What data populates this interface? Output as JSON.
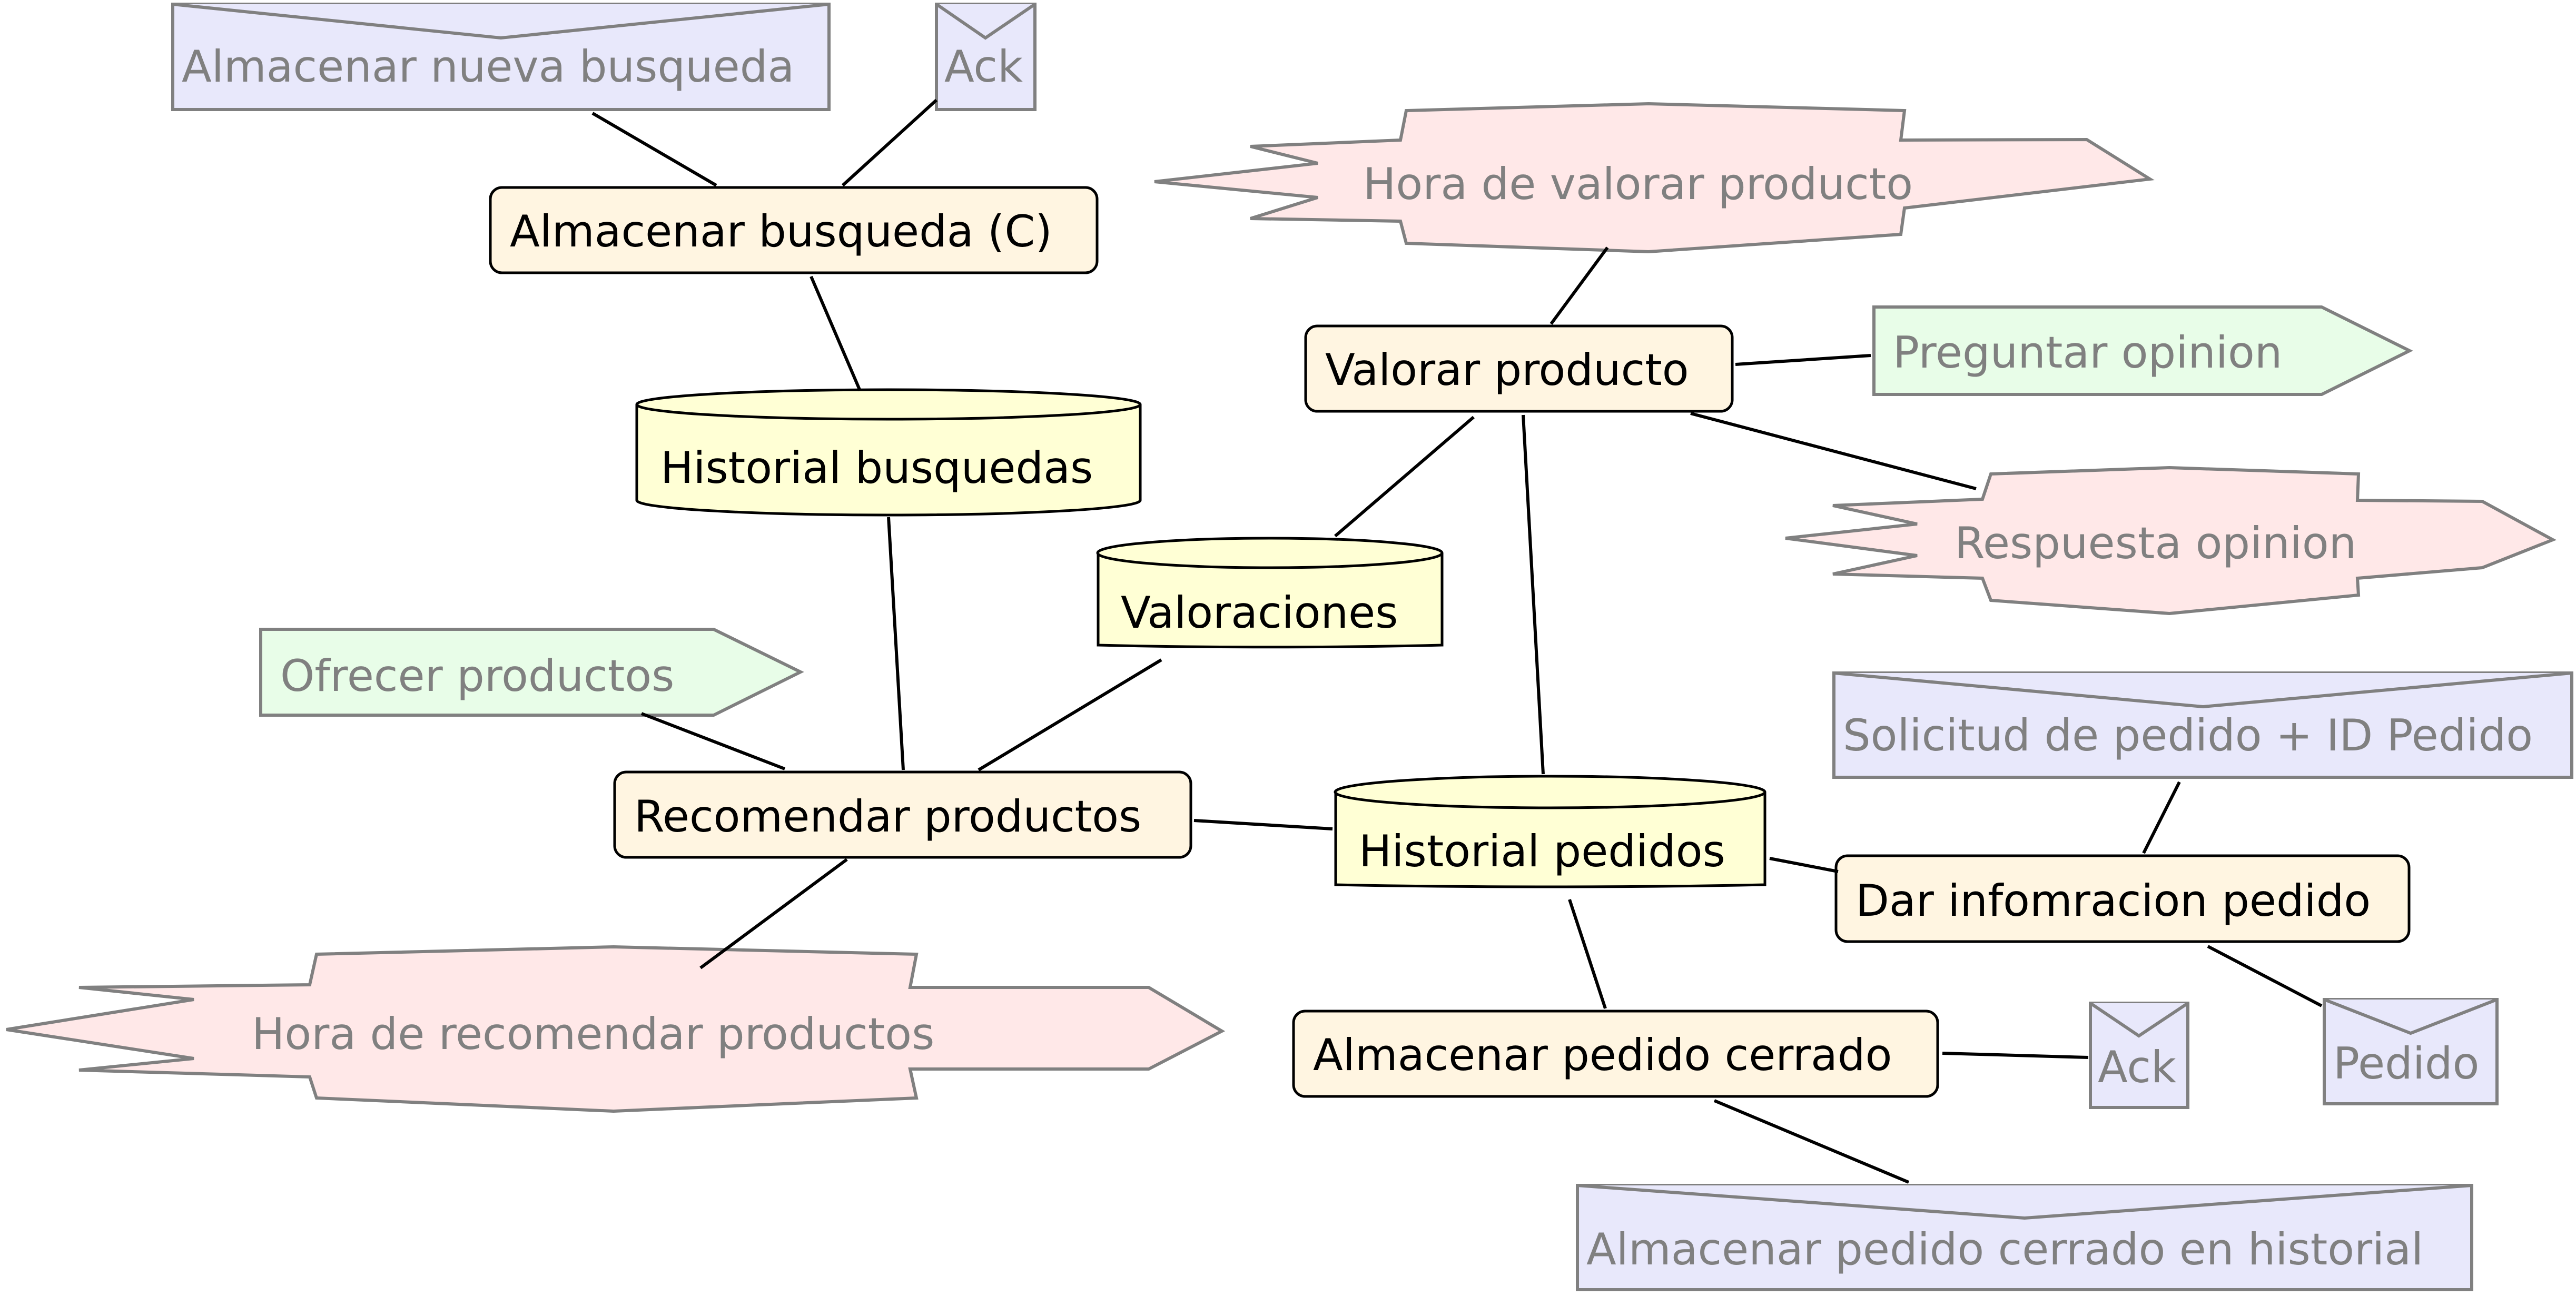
{
  "nodes": {
    "almacenar_nueva_busqueda": "Almacenar nueva busqueda",
    "ack_1": "Ack",
    "almacenar_busqueda": "Almacenar busqueda (C)",
    "historial_busquedas": "Historial busquedas",
    "hora_valorar_producto": "Hora de valorar producto",
    "valorar_producto": "Valorar producto",
    "preguntar_opinion": "Preguntar opinion",
    "respuesta_opinion": "Respuesta opinion",
    "valoraciones": "Valoraciones",
    "ofrecer_productos": "Ofrecer productos",
    "recomendar_productos": "Recomendar productos",
    "historial_pedidos": "Historial pedidos",
    "solicitud_pedido": "Solicitud de pedido + ID Pedido",
    "dar_informacion_pedido": "Dar infomracion pedido",
    "hora_recomendar_productos": "Hora de recomendar productos",
    "almacenar_pedido_cerrado": "Almacenar pedido cerrado",
    "ack_2": "Ack",
    "pedido": "Pedido",
    "almacenar_pedido_cerrado_historial": "Almacenar pedido cerrado en historial"
  },
  "colors": {
    "process_fill": "#fff5e1",
    "store_fill": "#ffffd5",
    "input_message_fill": "#e8e8fb",
    "output_message_fill": "#e8fde8",
    "event_fill": "#ffe8e8",
    "grey_text": "#808080"
  }
}
